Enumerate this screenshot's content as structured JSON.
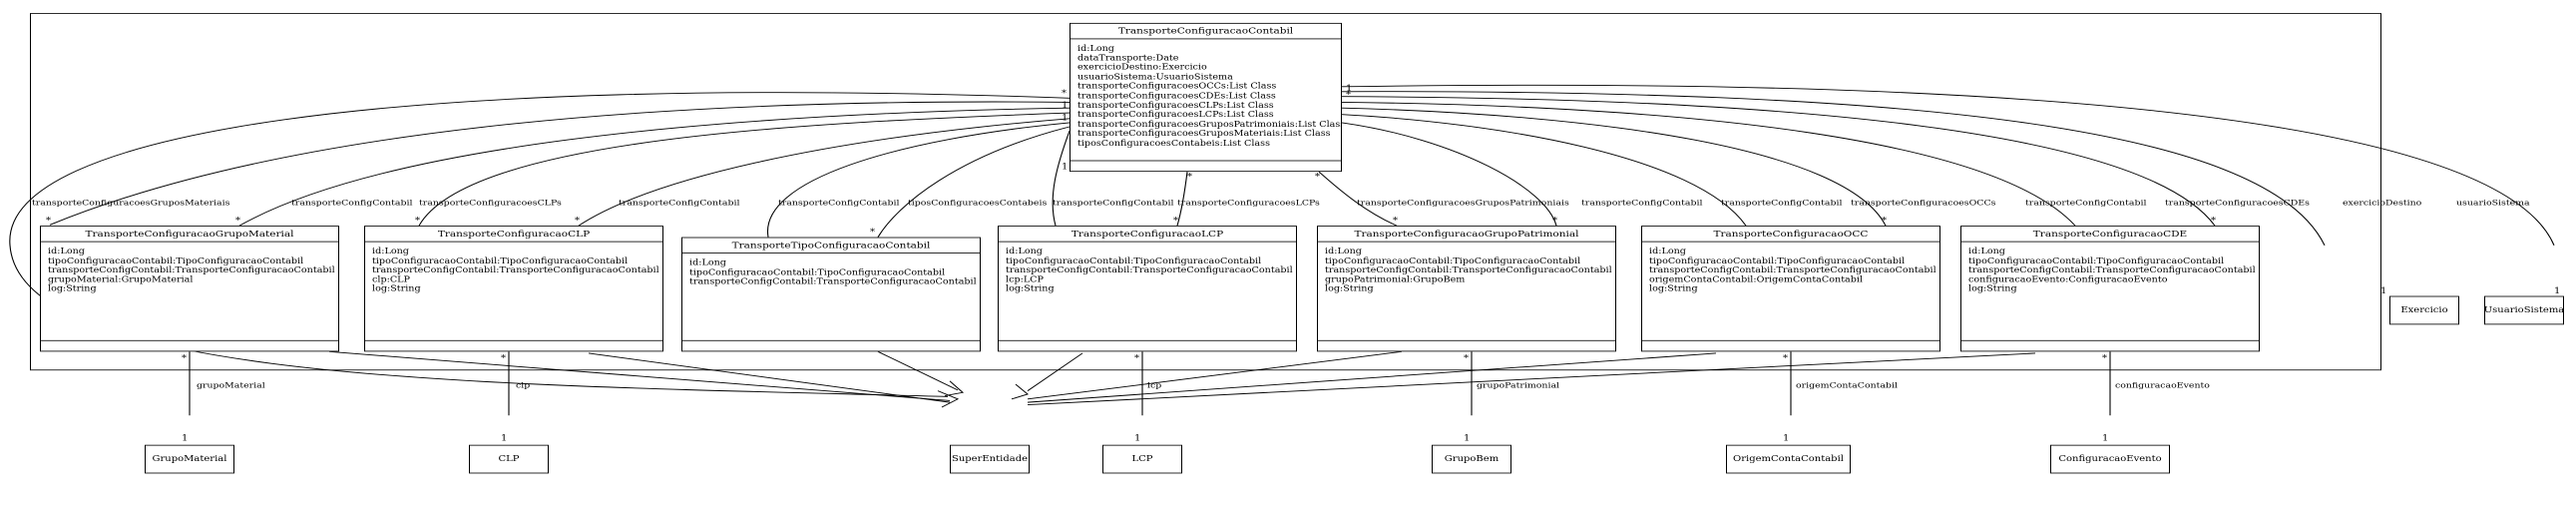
{
  "main": {
    "name": "TransporteConfiguracaoContabil",
    "attrs": [
      "id:Long",
      "dataTransporte:Date",
      "exercicioDestino:Exercicio",
      "usuarioSistema:UsuarioSistema",
      "transporteConfiguracoesOCCs:List Class",
      "transporteConfiguracoesCDEs:List Class",
      "transporteConfiguracoesCLPs:List Class",
      "transporteConfiguracoesLCPs:List Class",
      "transporteConfiguracoesGruposPatrimoniais:List Class",
      "transporteConfiguracoesGruposMateriais:List Class",
      "tiposConfiguracoesContabeis:List Class"
    ]
  },
  "classes": [
    {
      "name": "TransporteConfiguracaoGrupoMaterial",
      "attrs": [
        "id:Long",
        "tipoConfiguracaoContabil:TipoConfiguracaoContabil",
        "transporteConfigContabil:TransporteConfiguracaoContabil",
        "grupoMaterial:GrupoMaterial",
        "log:String"
      ]
    },
    {
      "name": "TransporteConfiguracaoCLP",
      "attrs": [
        "id:Long",
        "tipoConfiguracaoContabil:TipoConfiguracaoContabil",
        "transporteConfigContabil:TransporteConfiguracaoContabil",
        "clp:CLP",
        "log:String"
      ]
    },
    {
      "name": "TransporteTipoConfiguracaoContabil",
      "attrs": [
        "id:Long",
        "tipoConfiguracaoContabil:TipoConfiguracaoContabil",
        "transporteConfigContabil:TransporteConfiguracaoContabil"
      ]
    },
    {
      "name": "TransporteConfiguracaoLCP",
      "attrs": [
        "id:Long",
        "tipoConfiguracaoContabil:TipoConfiguracaoContabil",
        "transporteConfigContabil:TransporteConfiguracaoContabil",
        "lcp:LCP",
        "log:String"
      ]
    },
    {
      "name": "TransporteConfiguracaoGrupoPatrimonial",
      "attrs": [
        "id:Long",
        "tipoConfiguracaoContabil:TipoConfiguracaoContabil",
        "transporteConfigContabil:TransporteConfiguracaoContabil",
        "grupoPatrimonial:GrupoBem",
        "log:String"
      ]
    },
    {
      "name": "TransporteConfiguracaoOCC",
      "attrs": [
        "id:Long",
        "tipoConfiguracaoContabil:TipoConfiguracaoContabil",
        "transporteConfigContabil:TransporteConfiguracaoContabil",
        "origemContaContabil:OrigemContaContabil",
        "log:String"
      ]
    },
    {
      "name": "TransporteConfiguracaoCDE",
      "attrs": [
        "id:Long",
        "tipoConfiguracaoContabil:TipoConfiguracaoContabil",
        "transporteConfigContabil:TransporteConfiguracaoContabil",
        "configuracaoEvento:ConfiguracaoEvento",
        "log:String"
      ]
    }
  ],
  "externals": {
    "exercicio": "Exercicio",
    "usuario_sistema": "UsuarioSistema",
    "grupo_material": "GrupoMaterial",
    "clp": "CLP",
    "super_entidade": "SuperEntidade",
    "lcp": "LCP",
    "grupo_bem": "GrupoBem",
    "origem_conta_contabil": "OrigemContaContabil",
    "configuracao_evento": "ConfiguracaoEvento"
  },
  "roles": {
    "transporte_config_contabil": "transporteConfigContabil",
    "grupos_materiais": "transporteConfiguracoesGruposMateriais",
    "clps": "transporteConfiguracoesCLPs",
    "tipos_contabeis": "tiposConfiguracoesContabeis",
    "lcps": "transporteConfiguracoesLCPs",
    "grupos_patrimoniais": "transporteConfiguracoesGruposPatrimoniais",
    "occs": "transporteConfiguracoesOCCs",
    "cdes": "transporteConfiguracoesCDEs",
    "exercicio_destino": "exercicioDestino",
    "usuario_sistema": "usuarioSistema",
    "grupo_material": "grupoMaterial",
    "clp": "clp",
    "lcp": "lcp",
    "grupo_patrimonial": "grupoPatrimonial",
    "origem_conta_contabil": "origemContaContabil",
    "configuracao_evento": "configuracaoEvento"
  },
  "multiplicity": {
    "many": "*",
    "one": "1"
  }
}
